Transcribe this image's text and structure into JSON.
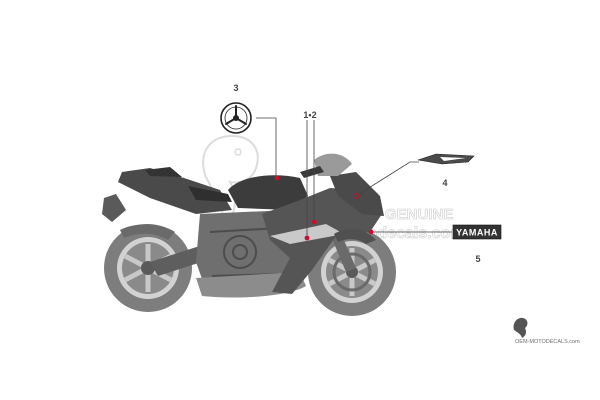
{
  "diagram": {
    "callouts": [
      {
        "id": "callout-3",
        "label": "3"
      },
      {
        "id": "callout-1-2",
        "label": "1•2"
      },
      {
        "id": "callout-4",
        "label": "4"
      },
      {
        "id": "callout-5",
        "label": "5"
      }
    ],
    "watermark": {
      "text": "GENUINE",
      "url": "oem-motodecals.com"
    },
    "decal_text": "YAMAHA",
    "site_credit": "OEM-MOTODECALS.com",
    "colors": {
      "bike_body": "#5a5a5a",
      "bike_dark": "#3e3e3e",
      "wheel": "#7a7a7a",
      "marker": "#c8102e",
      "line": "#444444",
      "watermark": "#d6d6d6"
    }
  }
}
